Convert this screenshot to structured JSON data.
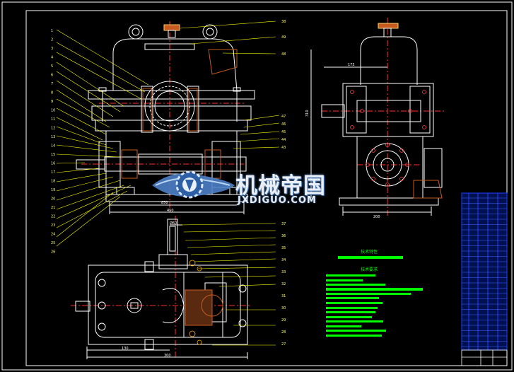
{
  "watermark": {
    "title": "机械帝国",
    "url": "JXDIGUO.COM"
  },
  "notes": {
    "heading_1": "技术特性",
    "heading_2": "技术要求"
  },
  "dimensions": {
    "front_width": "850",
    "front_height": "450",
    "side_top": "175",
    "side_height": "310",
    "side_base": "200",
    "plan_left": "130",
    "plan_total": "300",
    "plan_shaft": "Ø60"
  },
  "part_numbers": {
    "top_right": [
      "38",
      "49",
      "48"
    ],
    "left": [
      "1",
      "2",
      "3",
      "4",
      "5",
      "6",
      "7",
      "8",
      "9",
      "10",
      "11",
      "12",
      "13",
      "14",
      "15",
      "16",
      "17",
      "18",
      "19",
      "20",
      "21",
      "22",
      "23",
      "24",
      "25",
      "26"
    ],
    "right": [
      "47",
      "46",
      "45",
      "44",
      "43"
    ],
    "plan_right": [
      "37",
      "36",
      "35",
      "34",
      "33",
      "32",
      "31",
      "30",
      "29",
      "28",
      "27"
    ]
  },
  "colors": {
    "background": "#000000",
    "lines": "#ffffff",
    "leaders": "#ffff00",
    "centerlines": "#ff3030",
    "hatch": "#c65a20",
    "highlight": "#00ff00",
    "table": "#2040ff"
  },
  "icons": [
    "gear-logo-icon"
  ]
}
